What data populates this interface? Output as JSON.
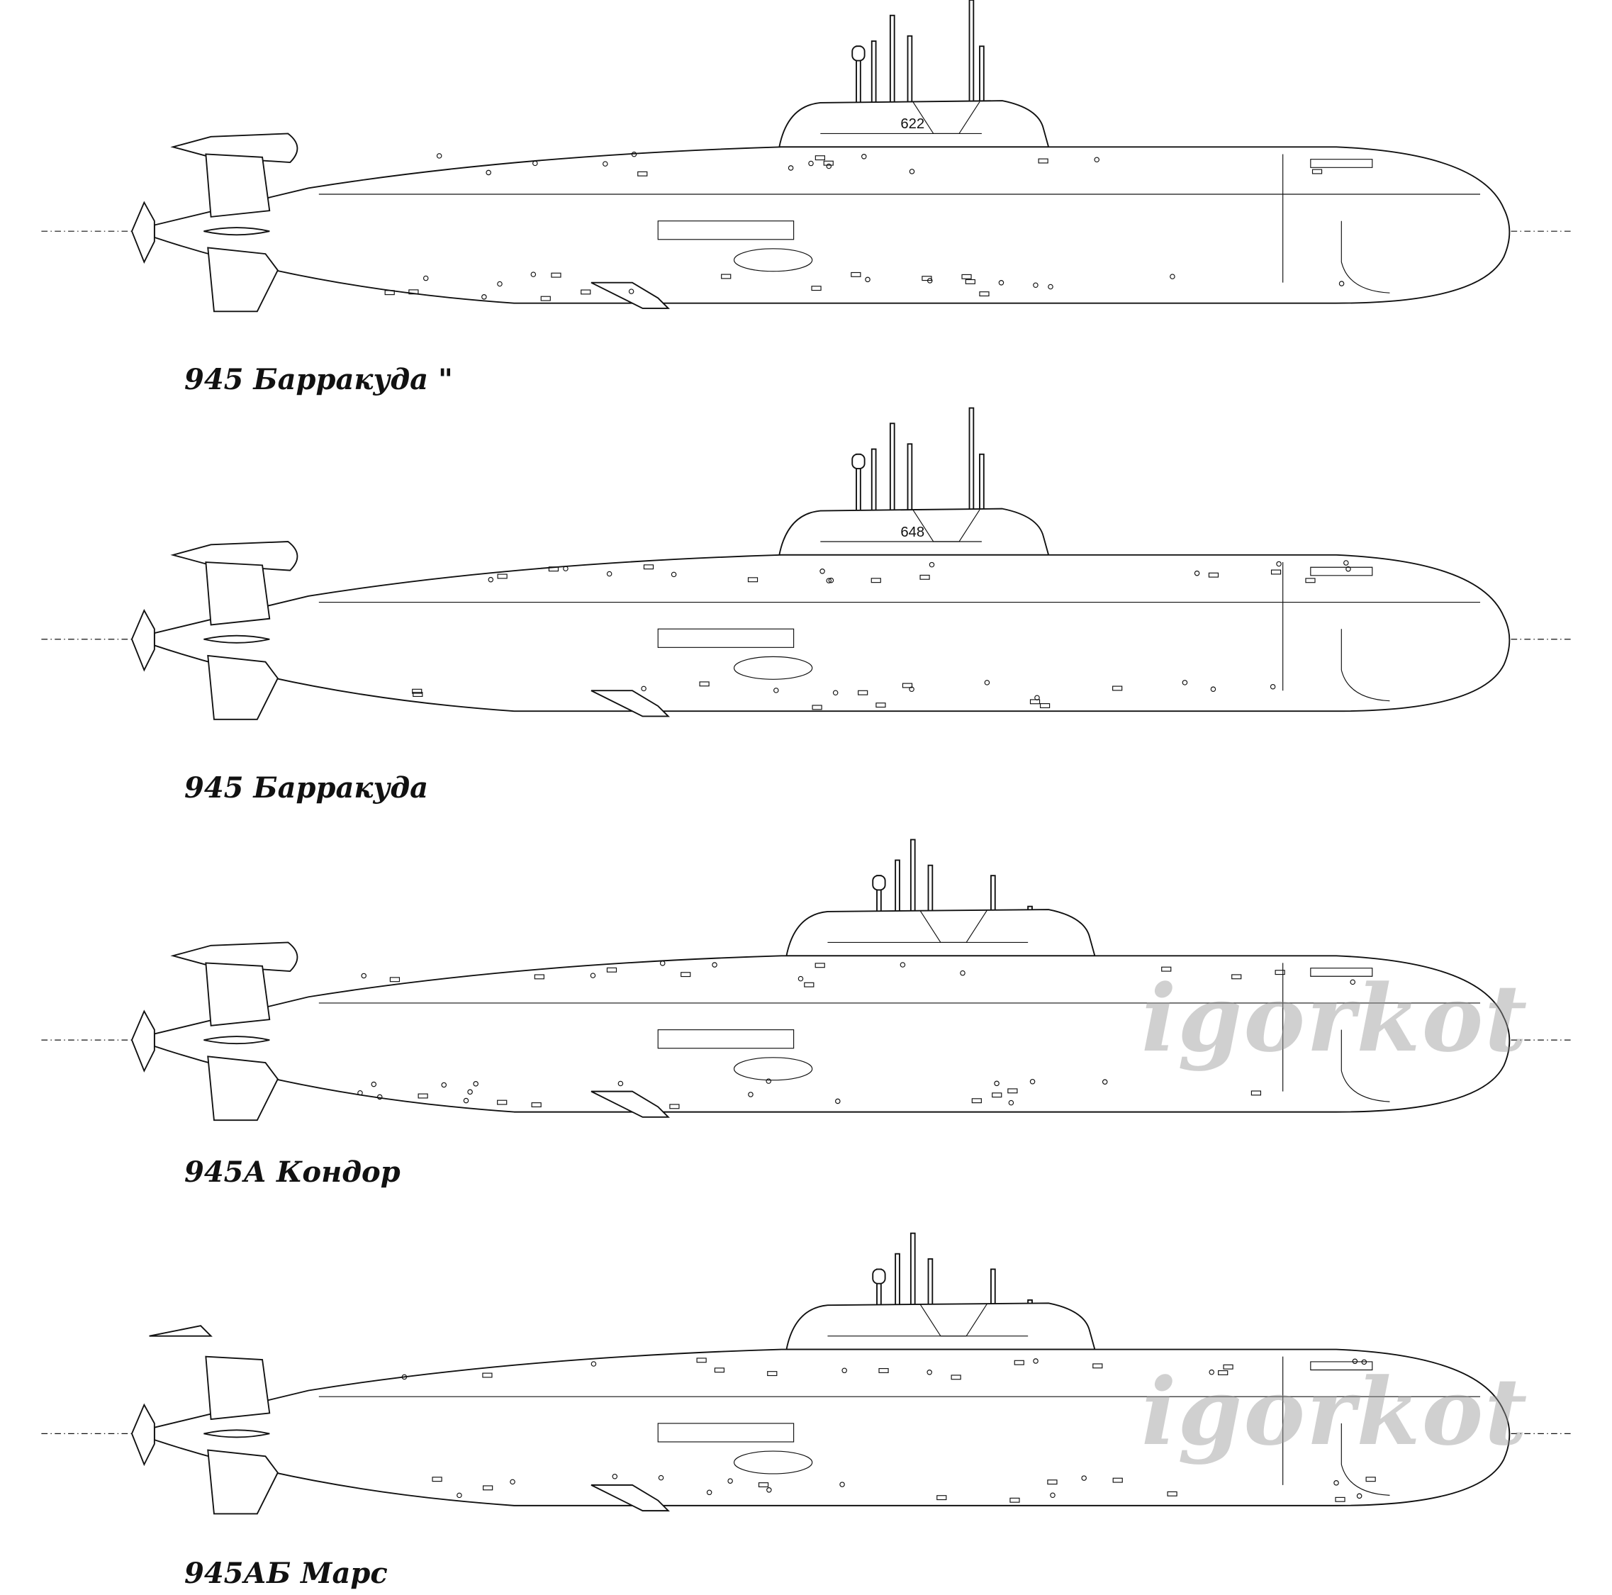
{
  "drawings": [
    {
      "label": "945 Барракуда  \"",
      "hull_number": "622",
      "variant": "945-a"
    },
    {
      "label": "945 Барракуда",
      "hull_number": "648",
      "variant": "945-b"
    },
    {
      "label": "945А Кондор",
      "hull_number": "",
      "variant": "945A"
    },
    {
      "label": "945АБ Марс",
      "hull_number": "",
      "variant": "945AB"
    }
  ],
  "watermark": "igorkot",
  "colors": {
    "line": "#111111",
    "background": "#ffffff",
    "watermark": "#969696"
  }
}
